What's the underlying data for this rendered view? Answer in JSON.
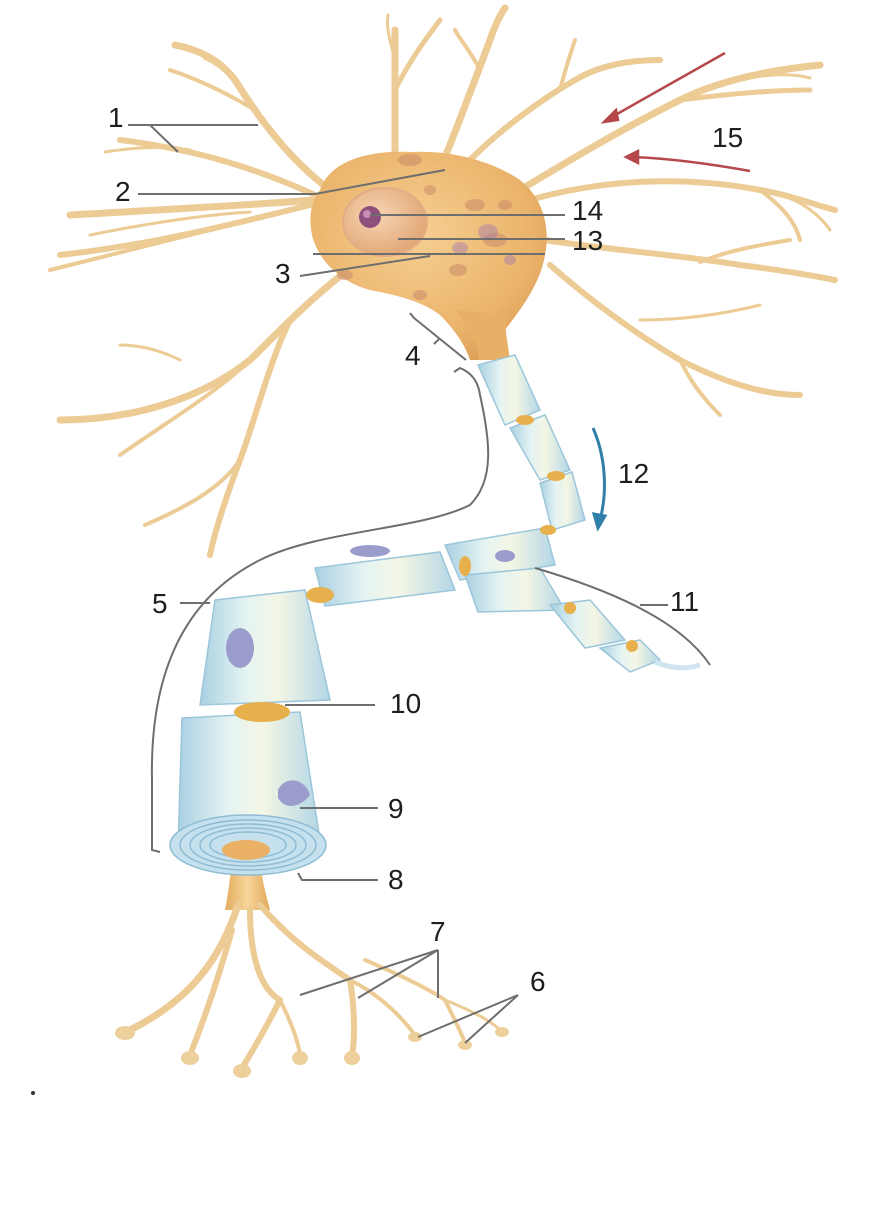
{
  "diagram": {
    "subject": "Neuron structure (multipolar neuron, unlabeled numbered parts)",
    "colors": {
      "background": "#ffffff",
      "cell_body": "#f0c27a",
      "cell_body_dark": "#dda059",
      "dendrite": "#efcf9c",
      "myelin": "#cfe6f0",
      "myelin_edge": "#9cc6da",
      "node": "#e8b04c",
      "nucleus": "#e9b88a",
      "nucleolus": "#9a5a86",
      "schwann_nucleus": "#9a9ccc",
      "leader_line": "#6e6e6e",
      "label_text": "#1e1e1e",
      "signal_arrow_in": "#b5484a",
      "signal_arrow_out": "#2f7fa8"
    },
    "labels": [
      {
        "id": "1",
        "text": "1"
      },
      {
        "id": "2",
        "text": "2"
      },
      {
        "id": "3",
        "text": "3"
      },
      {
        "id": "4",
        "text": "4"
      },
      {
        "id": "5",
        "text": "5"
      },
      {
        "id": "6",
        "text": "6"
      },
      {
        "id": "7",
        "text": "7"
      },
      {
        "id": "8",
        "text": "8"
      },
      {
        "id": "9",
        "text": "9"
      },
      {
        "id": "10",
        "text": "10"
      },
      {
        "id": "11",
        "text": "11"
      },
      {
        "id": "12",
        "text": "12"
      },
      {
        "id": "13",
        "text": "13"
      },
      {
        "id": "14",
        "text": "14"
      },
      {
        "id": "15",
        "text": "15"
      }
    ],
    "arrows": [
      {
        "name": "incoming-signal-arrow-upper",
        "label": "15"
      },
      {
        "name": "incoming-signal-arrow-lower",
        "label": "15"
      },
      {
        "name": "outgoing-impulse-arrow",
        "label": "12"
      }
    ]
  }
}
